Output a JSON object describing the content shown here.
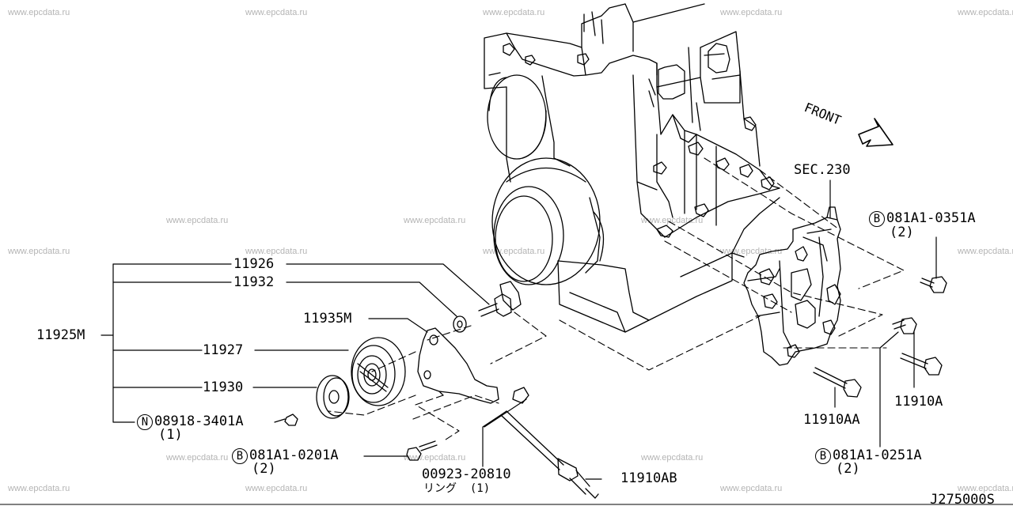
{
  "watermark": "www.epcdata.ru",
  "front_label": "FRONT",
  "sec_ref": "SEC.230",
  "diagram_id": "J275000S",
  "assembly": "11925M",
  "parts": {
    "p11926": "11926",
    "p11932": "11932",
    "p11935M": "11935M",
    "p11927": "11927",
    "p11930": "11930",
    "p11910A": "11910A",
    "p11910AA": "11910AA",
    "p11910AB": "11910AB",
    "p00923": "00923-20810"
  },
  "nut": {
    "prefix": "N",
    "code": "08918-3401A",
    "qty": "(1)"
  },
  "bolt_a": {
    "prefix": "B",
    "code": "081A1-0351A",
    "qty": "(2)"
  },
  "bolt_b": {
    "prefix": "B",
    "code": "081A1-0201A",
    "qty": "(2)"
  },
  "bolt_c": {
    "prefix": "B",
    "code": "081A1-0251A",
    "qty": "(2)"
  },
  "ring_label": "リング",
  "ring_qty": "(1)"
}
